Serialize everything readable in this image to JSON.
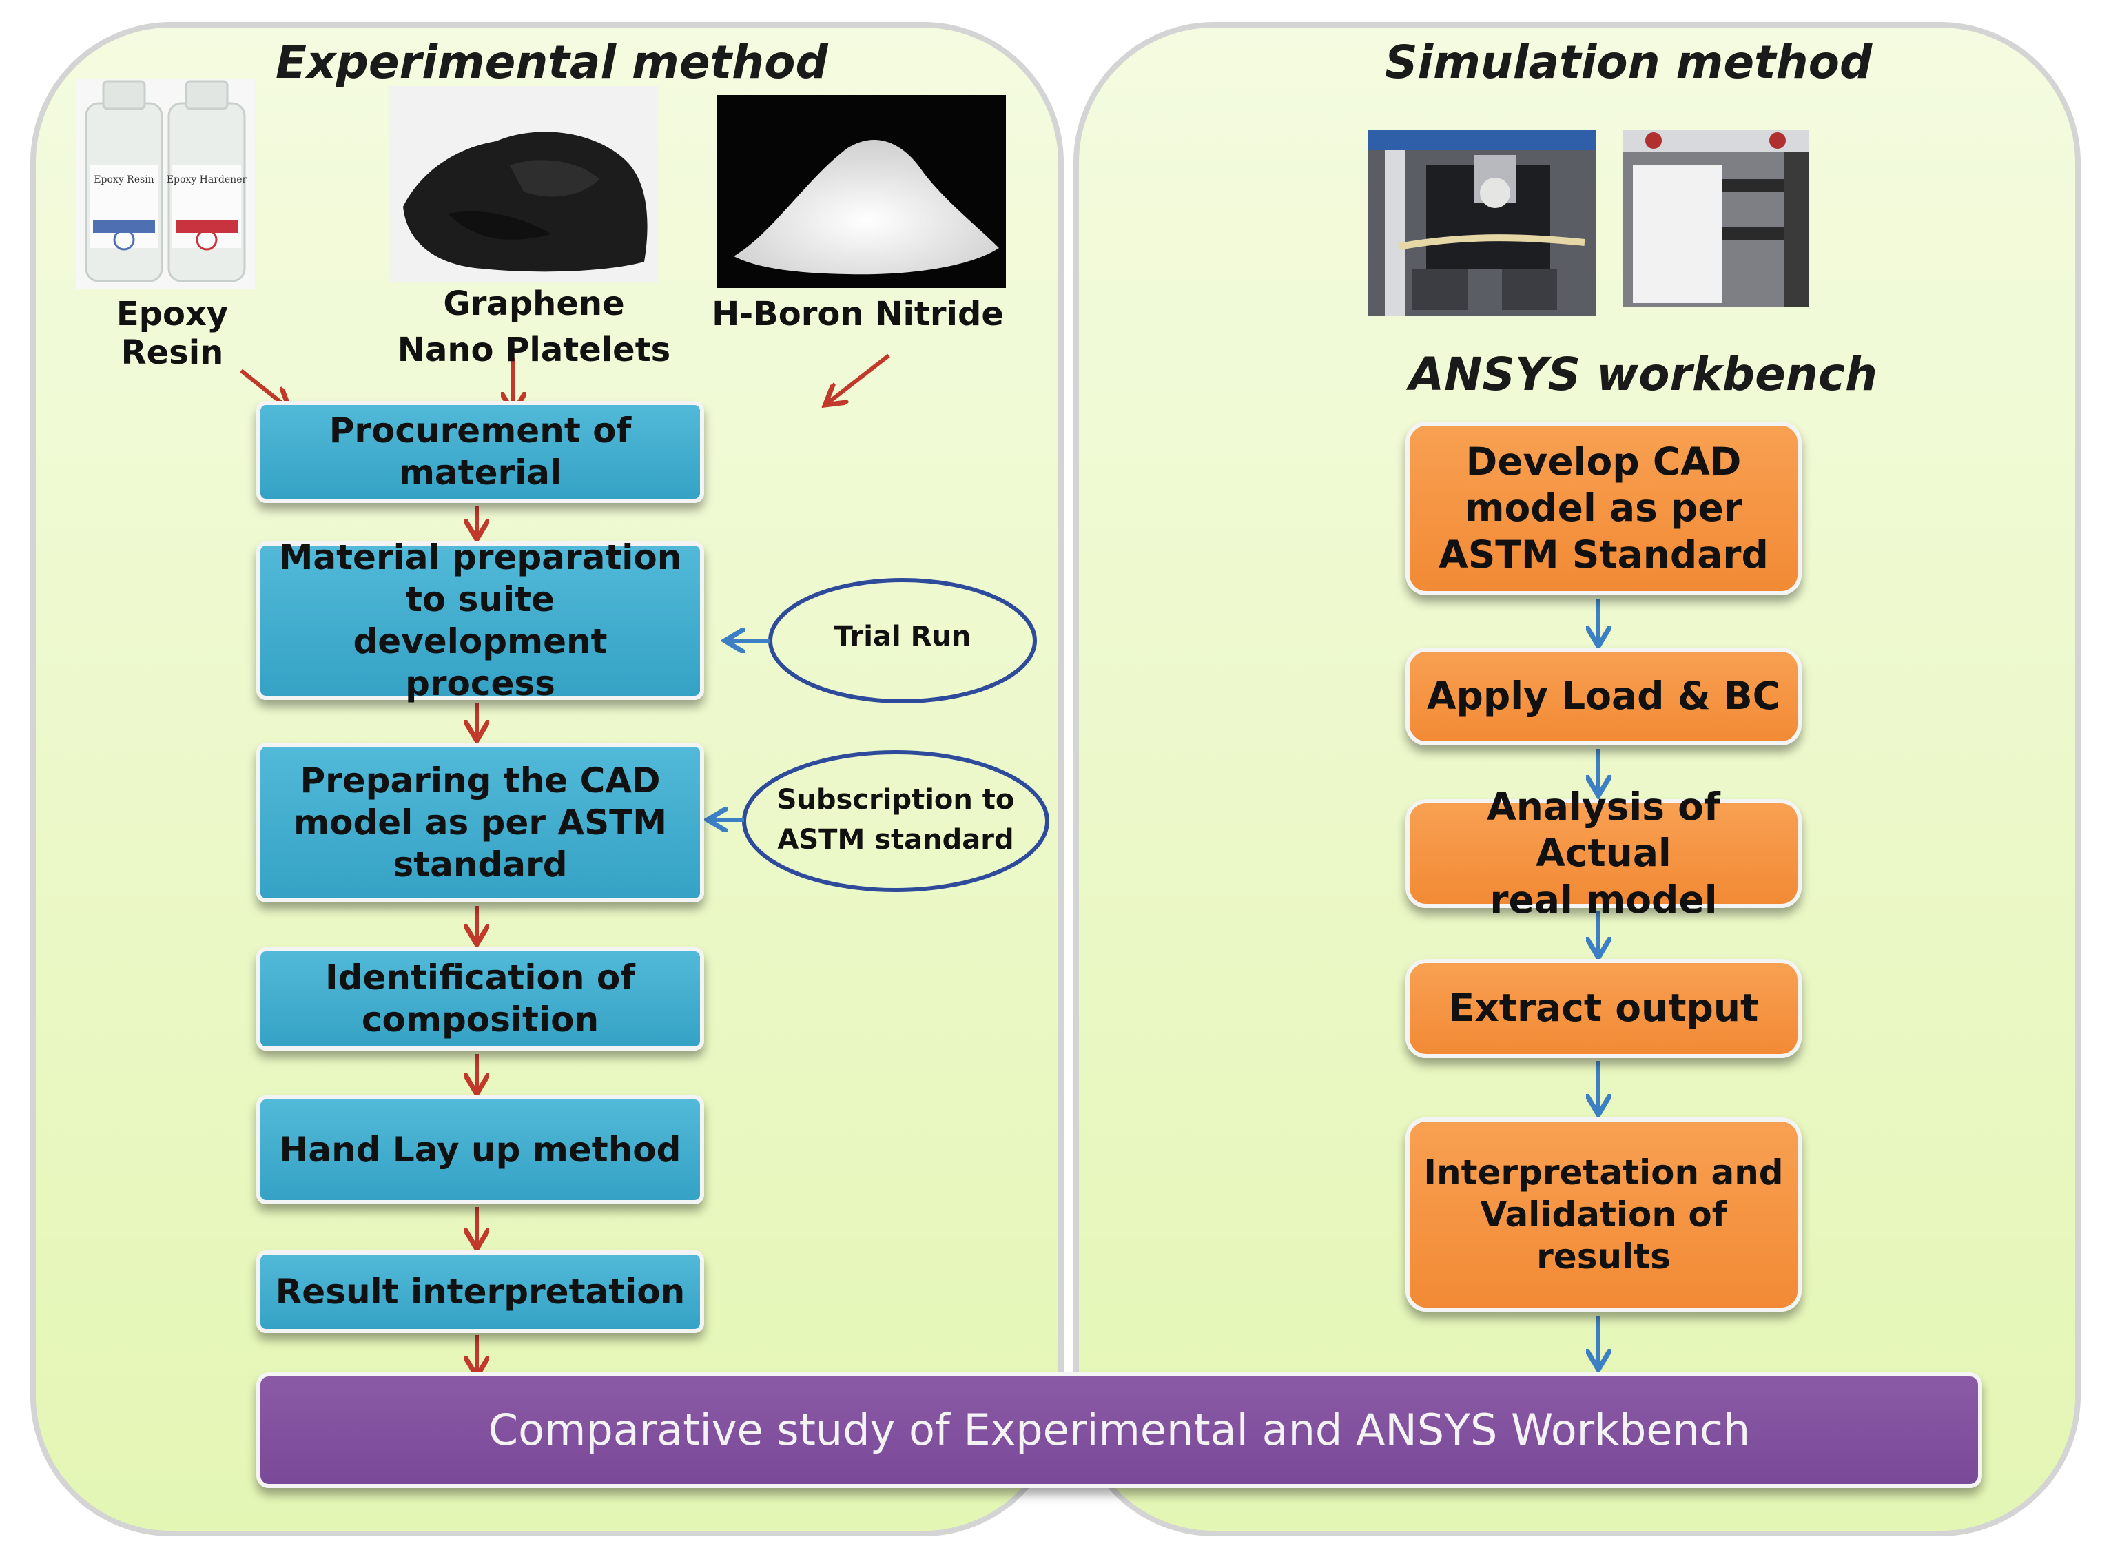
{
  "experimental": {
    "heading": "Experimental method",
    "inputs": {
      "epoxy_label": "Epoxy Resin",
      "epoxy_bottle_1": "Epoxy Resin",
      "epoxy_bottle_2": "Epoxy Hardener",
      "graphene_label": "Graphene\nNano Platelets",
      "boron_label": "H-Boron Nitride"
    },
    "steps": [
      "Procurement of\nmaterial",
      "Material preparation\nto suite development\nprocess",
      "Preparing the CAD\nmodel as per ASTM\nstandard",
      "Identification of\ncomposition",
      "Hand Lay up method",
      "Result interpretation"
    ],
    "side_notes": [
      "Trial Run",
      "Subscription to\nASTM standard"
    ]
  },
  "simulation": {
    "heading": "Simulation method",
    "subheading": "ANSYS workbench",
    "steps": [
      "Develop CAD\nmodel as per\nASTM Standard",
      "Apply Load & BC",
      "Analysis of Actual\nreal model",
      "Extract output",
      "Interpretation and\nValidation of results"
    ]
  },
  "conclusion": "Comparative study of Experimental and ANSYS Workbench",
  "colors": {
    "panel_fill": "#eaf8c6",
    "exp_step": "#3fabcd",
    "sim_step": "#f5953f",
    "conclusion": "#7f4f9f",
    "exp_arrow": "#c0392b",
    "sim_arrow": "#3d7fc4",
    "ellipse_stroke": "#2e4a9a"
  }
}
